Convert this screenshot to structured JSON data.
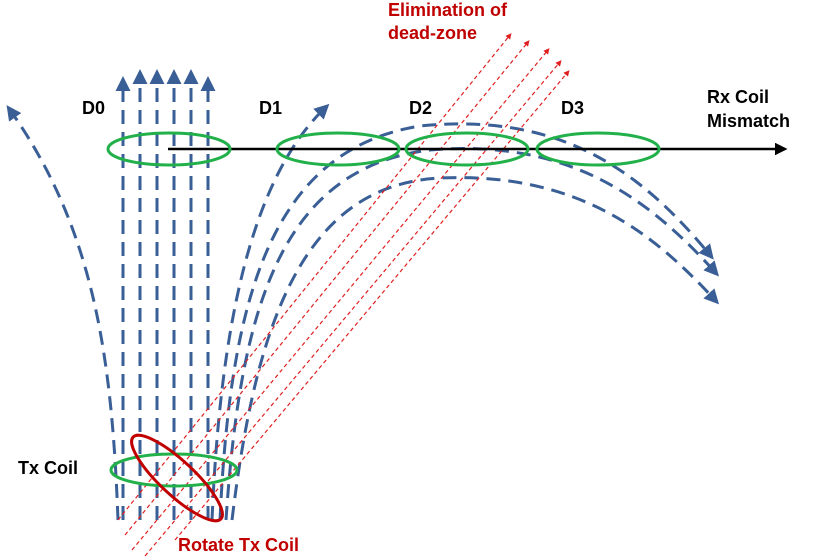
{
  "labels": {
    "d0": "D0",
    "d1": "D1",
    "d2": "D2",
    "d3": "D3",
    "rx_line1": "Rx Coil",
    "rx_line2": "Mismatch",
    "elim_line1": "Elimination of",
    "elim_line2": "dead-zone",
    "tx_coil": "Tx Coil",
    "rotate": "Rotate Tx Coil"
  },
  "colors": {
    "field_lines": "#3a5f96",
    "coils": "#22b04a",
    "rotated_coil": "#c00000",
    "dead_zone_lines": "#e02020",
    "axis": "#000000",
    "annotation_text": "#c00000"
  }
}
